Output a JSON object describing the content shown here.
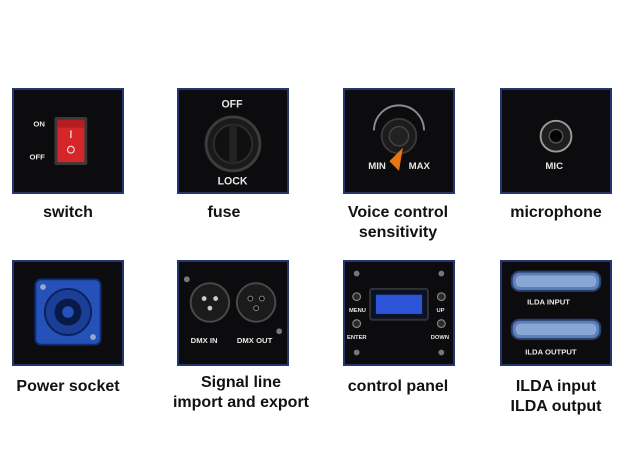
{
  "panels": [
    {
      "id": "switch",
      "caption": [
        "switch"
      ],
      "labels": {
        "on": "ON",
        "off": "OFF"
      }
    },
    {
      "id": "fuse",
      "caption": [
        "fuse"
      ],
      "labels": {
        "off": "OFF",
        "lock": "LOCK"
      }
    },
    {
      "id": "voice",
      "caption": [
        "Voice control",
        "sensitivity"
      ],
      "labels": {
        "min": "MIN",
        "max": "MAX"
      }
    },
    {
      "id": "mic",
      "caption": [
        "microphone"
      ],
      "labels": {
        "mic": "MIC"
      }
    },
    {
      "id": "power",
      "caption": [
        "Power socket"
      ],
      "labels": {}
    },
    {
      "id": "signal",
      "caption": [
        "Signal line",
        "import and export"
      ],
      "labels": {
        "in": "DMX IN",
        "out": "DMX OUT"
      }
    },
    {
      "id": "control",
      "caption": [
        "control panel"
      ],
      "labels": {
        "menu": "MENU",
        "enter": "ENTER",
        "up": "UP",
        "down": "DOWN"
      }
    },
    {
      "id": "ilda",
      "caption": [
        "ILDA input",
        "ILDA output"
      ],
      "labels": {
        "input": "ILDA INPUT",
        "output": "ILDA OUTPUT"
      }
    }
  ],
  "colors": {
    "panel": "#0c0c0e",
    "border": "#25356e",
    "switch_red": "#d6262a",
    "knob_orange": "#e87514",
    "power_blue": "#2452b8",
    "lcd_blue": "#2c54d8"
  }
}
